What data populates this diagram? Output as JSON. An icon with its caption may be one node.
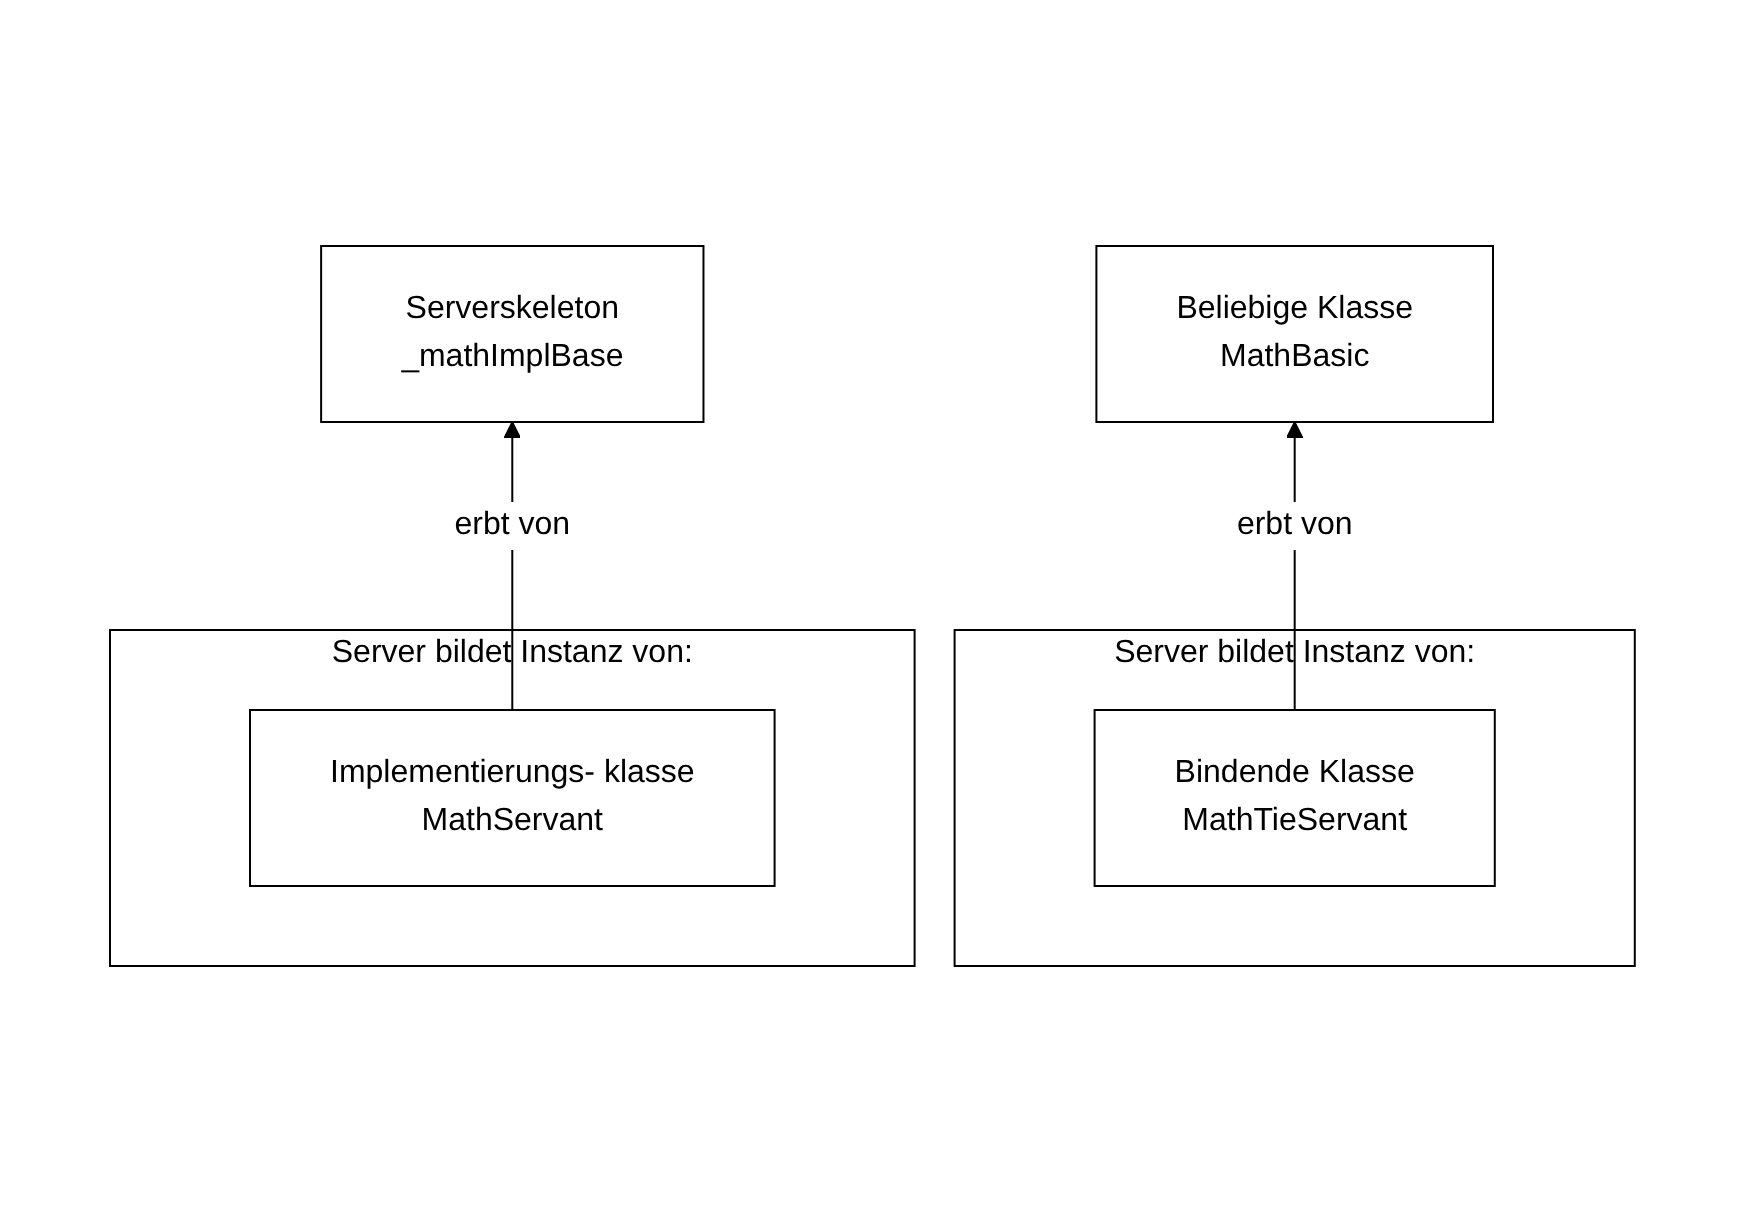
{
  "diagram": {
    "nodes": [
      {
        "text": [
          "Serverskeleton",
          "_mathImplBase"
        ]
      },
      {
        "text": [
          "Server bildet Instanz von:"
        ]
      },
      {
        "text": [
          "Implementierungs- klasse",
          "MathServant"
        ],
        "in": 1
      },
      {
        "text": [
          "Beliebige Klasse",
          "MathBasic"
        ]
      },
      {
        "text": [
          "Server bildet Instanz von:"
        ]
      },
      {
        "text": [
          "Bindende Klasse",
          "MathTieServant"
        ],
        "in": 4
      }
    ],
    "edges": [
      {
        "from": 2,
        "to": 0,
        "arrow": "to",
        "label": "erbt von"
      },
      {
        "from": 5,
        "to": 3,
        "arrow": "to",
        "label": "erbt von"
      }
    ]
  }
}
